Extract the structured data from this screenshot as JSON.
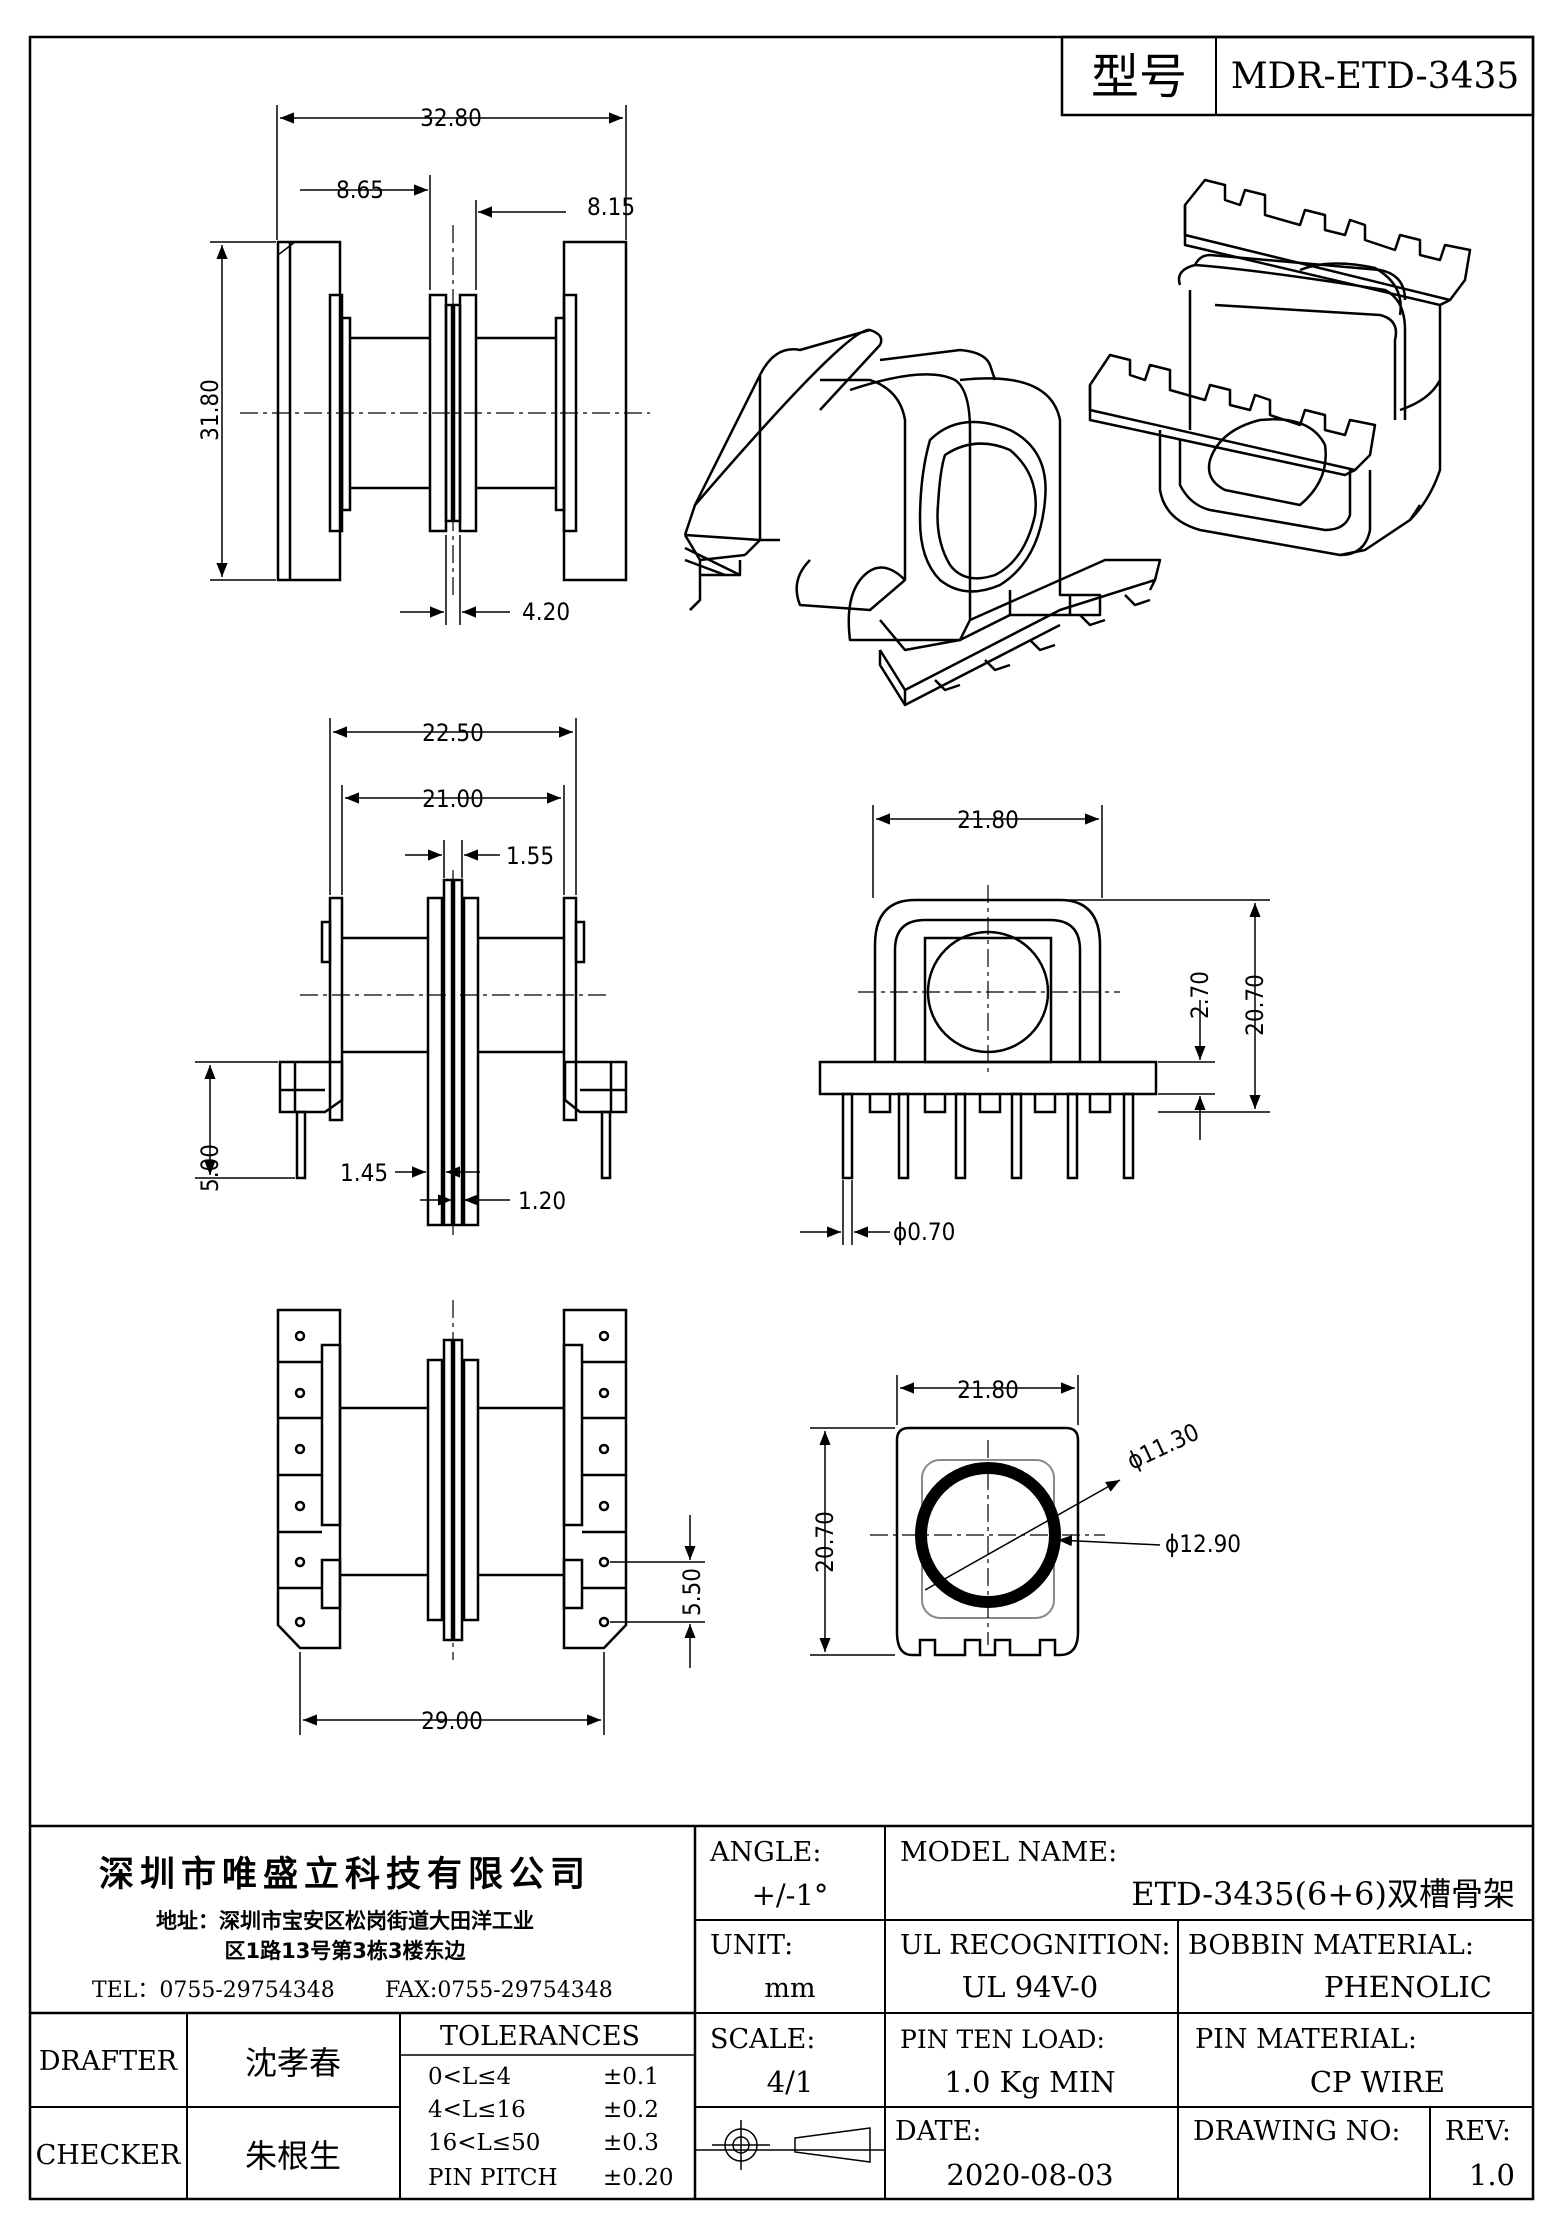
{
  "header": {
    "model_label": "型号",
    "model_value": "MDR-ETD-3435"
  },
  "dimensions": {
    "top_width": "32.80",
    "top_left_flange": "8.65",
    "top_right_flange": "8.15",
    "top_height": "31.80",
    "top_center_gap": "4.20",
    "side_outer": "22.50",
    "side_inner": "21.00",
    "side_slot": "1.55",
    "side_height": "5.00",
    "side_flange_a": "1.45",
    "side_flange_b": "1.20",
    "front_width": "21.80",
    "front_height": "20.70",
    "front_offset": "2.70",
    "pin_diameter": "ϕ0.70",
    "bottom_width": "29.00",
    "bottom_pitch": "5.50",
    "end_width": "21.80",
    "end_height": "20.70",
    "inner_diameter": "ϕ11.30",
    "outer_diameter": "ϕ12.90"
  },
  "company": {
    "name": "深圳市唯盛立科技有限公司",
    "address1": "地址：深圳市宝安区松岗街道大田洋工业",
    "address2": "区1路13号第3栋3楼东边",
    "tel": "TEL：0755-29754348",
    "fax": "FAX:0755-29754348"
  },
  "titleblock": {
    "angle_label": "ANGLE:",
    "angle_value": "+/-1°",
    "model_name_label": "MODEL NAME:",
    "model_name_value": "ETD-3435(6+6)双槽骨架",
    "unit_label": "UNIT:",
    "unit_value": "mm",
    "ul_label": "UL RECOGNITION:",
    "ul_value": "UL 94V-0",
    "bobbin_label": "BOBBIN MATERIAL:",
    "bobbin_value": "PHENOLIC",
    "scale_label": "SCALE:",
    "scale_value": "4/1",
    "pin_load_label": "PIN TEN LOAD:",
    "pin_load_value": "1.0 Kg MIN",
    "pin_material_label": "PIN MATERIAL:",
    "pin_material_value": "CP WIRE",
    "date_label": "DATE:",
    "date_value": "2020-08-03",
    "drawing_no_label": "DRAWING NO:",
    "rev_label": "REV:",
    "rev_value": "1.0",
    "drafter_label": "DRAFTER",
    "drafter_value": "沈孝春",
    "checker_label": "CHECKER",
    "checker_value": "朱根生",
    "tolerances_label": "TOLERANCES",
    "tolerances": [
      {
        "range": "0<L≤4",
        "value": "±0.1"
      },
      {
        "range": "4<L≤16",
        "value": "±0.2"
      },
      {
        "range": "16<L≤50",
        "value": "±0.3"
      },
      {
        "range": "PIN PITCH",
        "value": "±0.20"
      }
    ]
  }
}
